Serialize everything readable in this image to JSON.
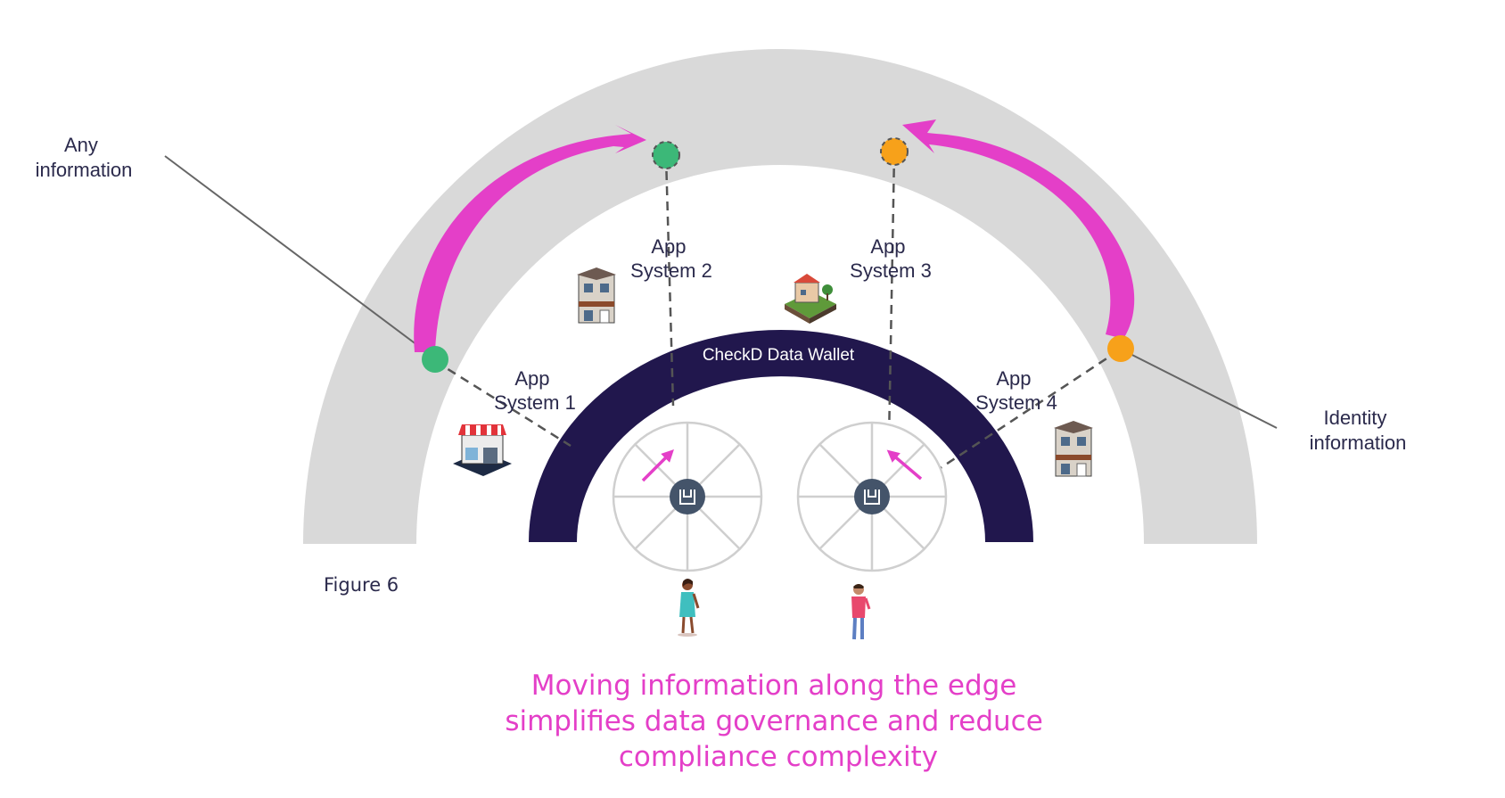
{
  "labels": {
    "any_information": [
      "Any",
      "information"
    ],
    "identity_information": [
      "Identity",
      "information"
    ],
    "app_system_1": [
      "App",
      "System 1"
    ],
    "app_system_2": [
      "App",
      "System 2"
    ],
    "app_system_3": [
      "App",
      "System 3"
    ],
    "app_system_4": [
      "App",
      "System 4"
    ],
    "wallet": "CheckD Data Wallet",
    "figure": "Figure 6"
  },
  "caption": [
    "Moving information along the edge",
    "simplifies data governance and reduce",
    "compliance complexity"
  ],
  "colors": {
    "outer_arc": "#d9d9d9",
    "wallet_arc": "#21174d",
    "accent_pink": "#e43fc8",
    "green_dot": "#3cb878",
    "orange_dot": "#f7a11a",
    "wheel": "#cfcfcf",
    "hub": "#44546a",
    "text": "#2b2a4c"
  },
  "icons": [
    "shop-icon",
    "townhouse-icon",
    "house-garden-icon",
    "townhouse-icon",
    "wallet-hub-icon",
    "person-woman-icon",
    "person-man-icon"
  ]
}
